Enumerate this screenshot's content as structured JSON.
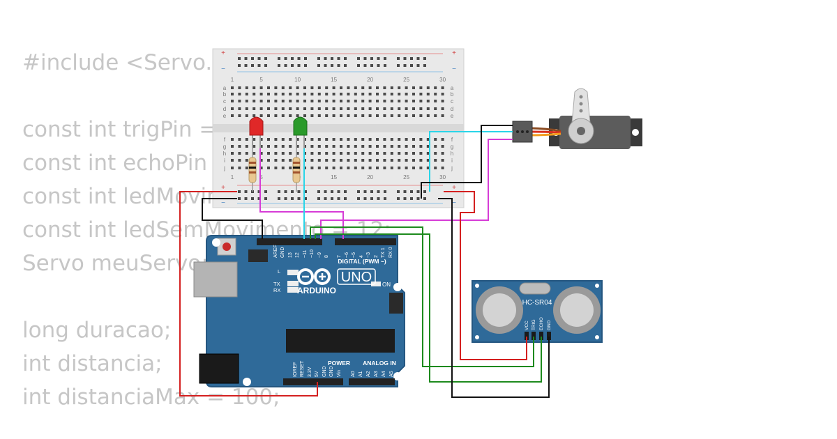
{
  "code_lines": [
    {
      "text": "#include <Servo.h>"
    },
    {
      "text": "const int trigPin = "
    },
    {
      "text": "const int echoPin = "
    },
    {
      "text": "const int ledMovimento = "
    },
    {
      "text": "const int ledSemMovimento = 12;"
    },
    {
      "text": "Servo meuServo;"
    },
    {
      "text": "long duracao;"
    },
    {
      "text": "int distancia;"
    },
    {
      "text": "int distanciaMax = 100;"
    }
  ],
  "breadboard": {
    "col_top": [
      "1",
      "5",
      "10",
      "15",
      "20",
      "25",
      "30"
    ],
    "col_bottom": [
      "1",
      "5",
      "10",
      "15",
      "20",
      "25",
      "30"
    ],
    "rows_top": [
      "a",
      "b",
      "c",
      "d",
      "e"
    ],
    "rows_bottom": [
      "f",
      "g",
      "h",
      "i",
      "j"
    ],
    "plus": "+",
    "minus": "−"
  },
  "arduino": {
    "brand": "ARDUINO",
    "model": "UNO",
    "digital_label": "DIGITAL (PWM ~)",
    "power_label": "POWER",
    "analog_label": "ANALOG IN",
    "on_label": "ON",
    "led_l": "L",
    "led_tx": "TX",
    "led_rx": "RX",
    "top_pins": [
      "AREF",
      "GND",
      "13",
      "12",
      "~11",
      "~10",
      "~9",
      "8",
      "7",
      "~6",
      "~5",
      "4",
      "~3",
      "2",
      "TX 1",
      "RX 0"
    ],
    "power_pins": [
      "IOREF",
      "RESET",
      "3.3V",
      "5V",
      "GND",
      "GND",
      "Vin"
    ],
    "analog_pins": [
      "A0",
      "A1",
      "A2",
      "A3",
      "A4",
      "A5"
    ]
  },
  "sensor": {
    "model": "HC-SR04",
    "pins": [
      "VCC",
      "TRIG",
      "ECHO",
      "GND"
    ]
  },
  "colors": {
    "board_blue": "#2f6a99",
    "wire_red": "#d42020",
    "wire_black": "#111111",
    "wire_green": "#1d8a1d",
    "wire_cyan": "#2ad5e8",
    "wire_magenta": "#d63cd6",
    "led_red": "#e02828",
    "led_green": "#2a9a2a",
    "code_text": "#c6c6c6"
  }
}
